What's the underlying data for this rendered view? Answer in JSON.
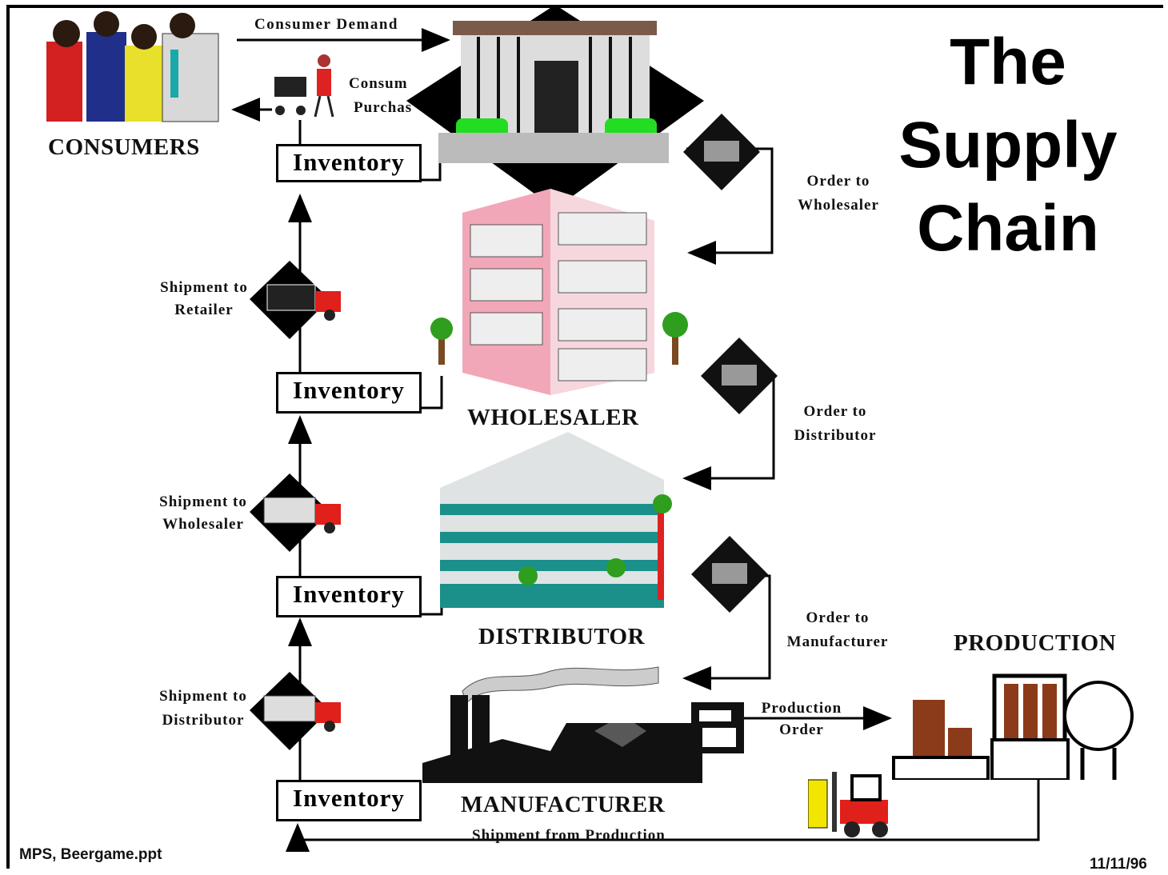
{
  "title": {
    "line1": "The",
    "line2": "Supply",
    "line3": "Chain"
  },
  "stages": {
    "consumers": "CONSUMERS",
    "wholesaler": "WHOLESALER",
    "distributor": "DISTRIBUTOR",
    "manufacturer": "MANUFACTURER",
    "production": "PRODUCTION"
  },
  "inventory_label": "Inventory",
  "flows": {
    "consumer_demand": "Consumer Demand",
    "consumer_purchases_1": "Consum",
    "consumer_purchases_2": "Purchas",
    "order_to_wholesaler_1": "Order to",
    "order_to_wholesaler_2": "Wholesaler",
    "order_to_distributor_1": "Order to",
    "order_to_distributor_2": "Distributor",
    "order_to_manufacturer_1": "Order to",
    "order_to_manufacturer_2": "Manufacturer",
    "production_order_1": "Production",
    "production_order_2": "Order",
    "shipment_to_retailer_1": "Shipment to",
    "shipment_to_retailer_2": "Retailer",
    "shipment_to_wholesaler_1": "Shipment to",
    "shipment_to_wholesaler_2": "Wholesaler",
    "shipment_to_distributor_1": "Shipment to",
    "shipment_to_distributor_2": "Distributor",
    "shipment_from_production": "Shipment from Production"
  },
  "footer": {
    "source": "MPS, Beergame.ppt",
    "date": "11/11/96"
  },
  "colors": {
    "truck_red": "#e0201a",
    "tree_green": "#2f9e1f",
    "teal": "#1b8f8a",
    "pink": "#f2a7b8",
    "brick": "#8b3a1a"
  }
}
